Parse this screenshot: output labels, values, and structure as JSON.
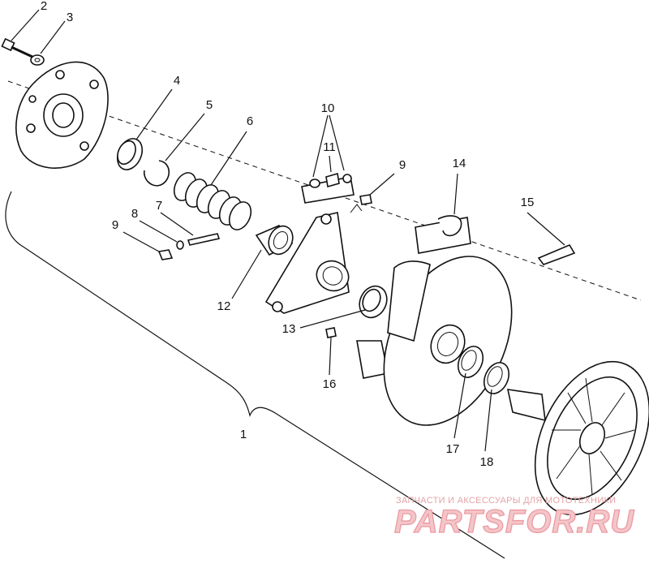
{
  "callouts": {
    "c1": "1",
    "c2": "2",
    "c3": "3",
    "c4": "4",
    "c5": "5",
    "c6": "6",
    "c7": "7",
    "c8": "8",
    "c9a": "9",
    "c9b": "9",
    "c10": "10",
    "c11": "11",
    "c12": "12",
    "c13": "13",
    "c14": "14",
    "c15": "15",
    "c16": "16",
    "c17": "17",
    "c18": "18"
  },
  "watermark": {
    "line1": "ЗАПЧАСТИ И АКСЕССУАРЫ ДЛЯ МОТОТЕХНИКИ",
    "line2": "PARTSFOR.RU"
  },
  "colors": {
    "ink": "#111111",
    "watermark": "#ec9aa1"
  }
}
